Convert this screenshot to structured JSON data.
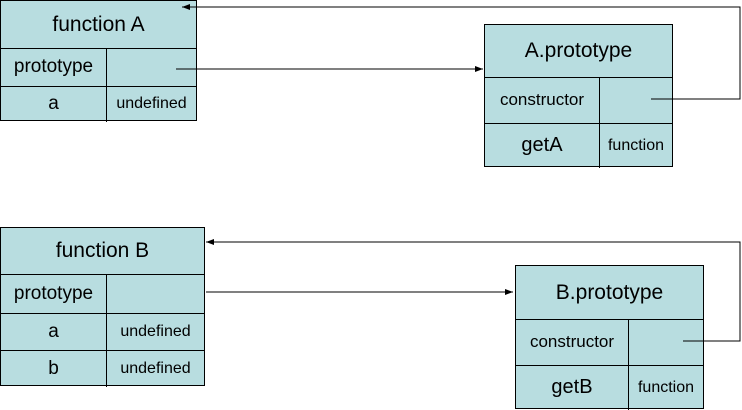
{
  "functionA": {
    "title": "function A",
    "rows": [
      {
        "key": "prototype",
        "value": ""
      },
      {
        "key": "a",
        "value": "undefined"
      }
    ]
  },
  "protoA": {
    "title": "A.prototype",
    "rows": [
      {
        "key": "constructor",
        "value": ""
      },
      {
        "key": "getA",
        "value": "function"
      }
    ]
  },
  "functionB": {
    "title": "function B",
    "rows": [
      {
        "key": "prototype",
        "value": ""
      },
      {
        "key": "a",
        "value": "undefined"
      },
      {
        "key": "b",
        "value": "undefined"
      }
    ]
  },
  "protoB": {
    "title": "B.prototype",
    "rows": [
      {
        "key": "constructor",
        "value": ""
      },
      {
        "key": "getB",
        "value": "function"
      }
    ]
  },
  "colors": {
    "box_fill": "#b8dde0",
    "line": "#000000"
  }
}
